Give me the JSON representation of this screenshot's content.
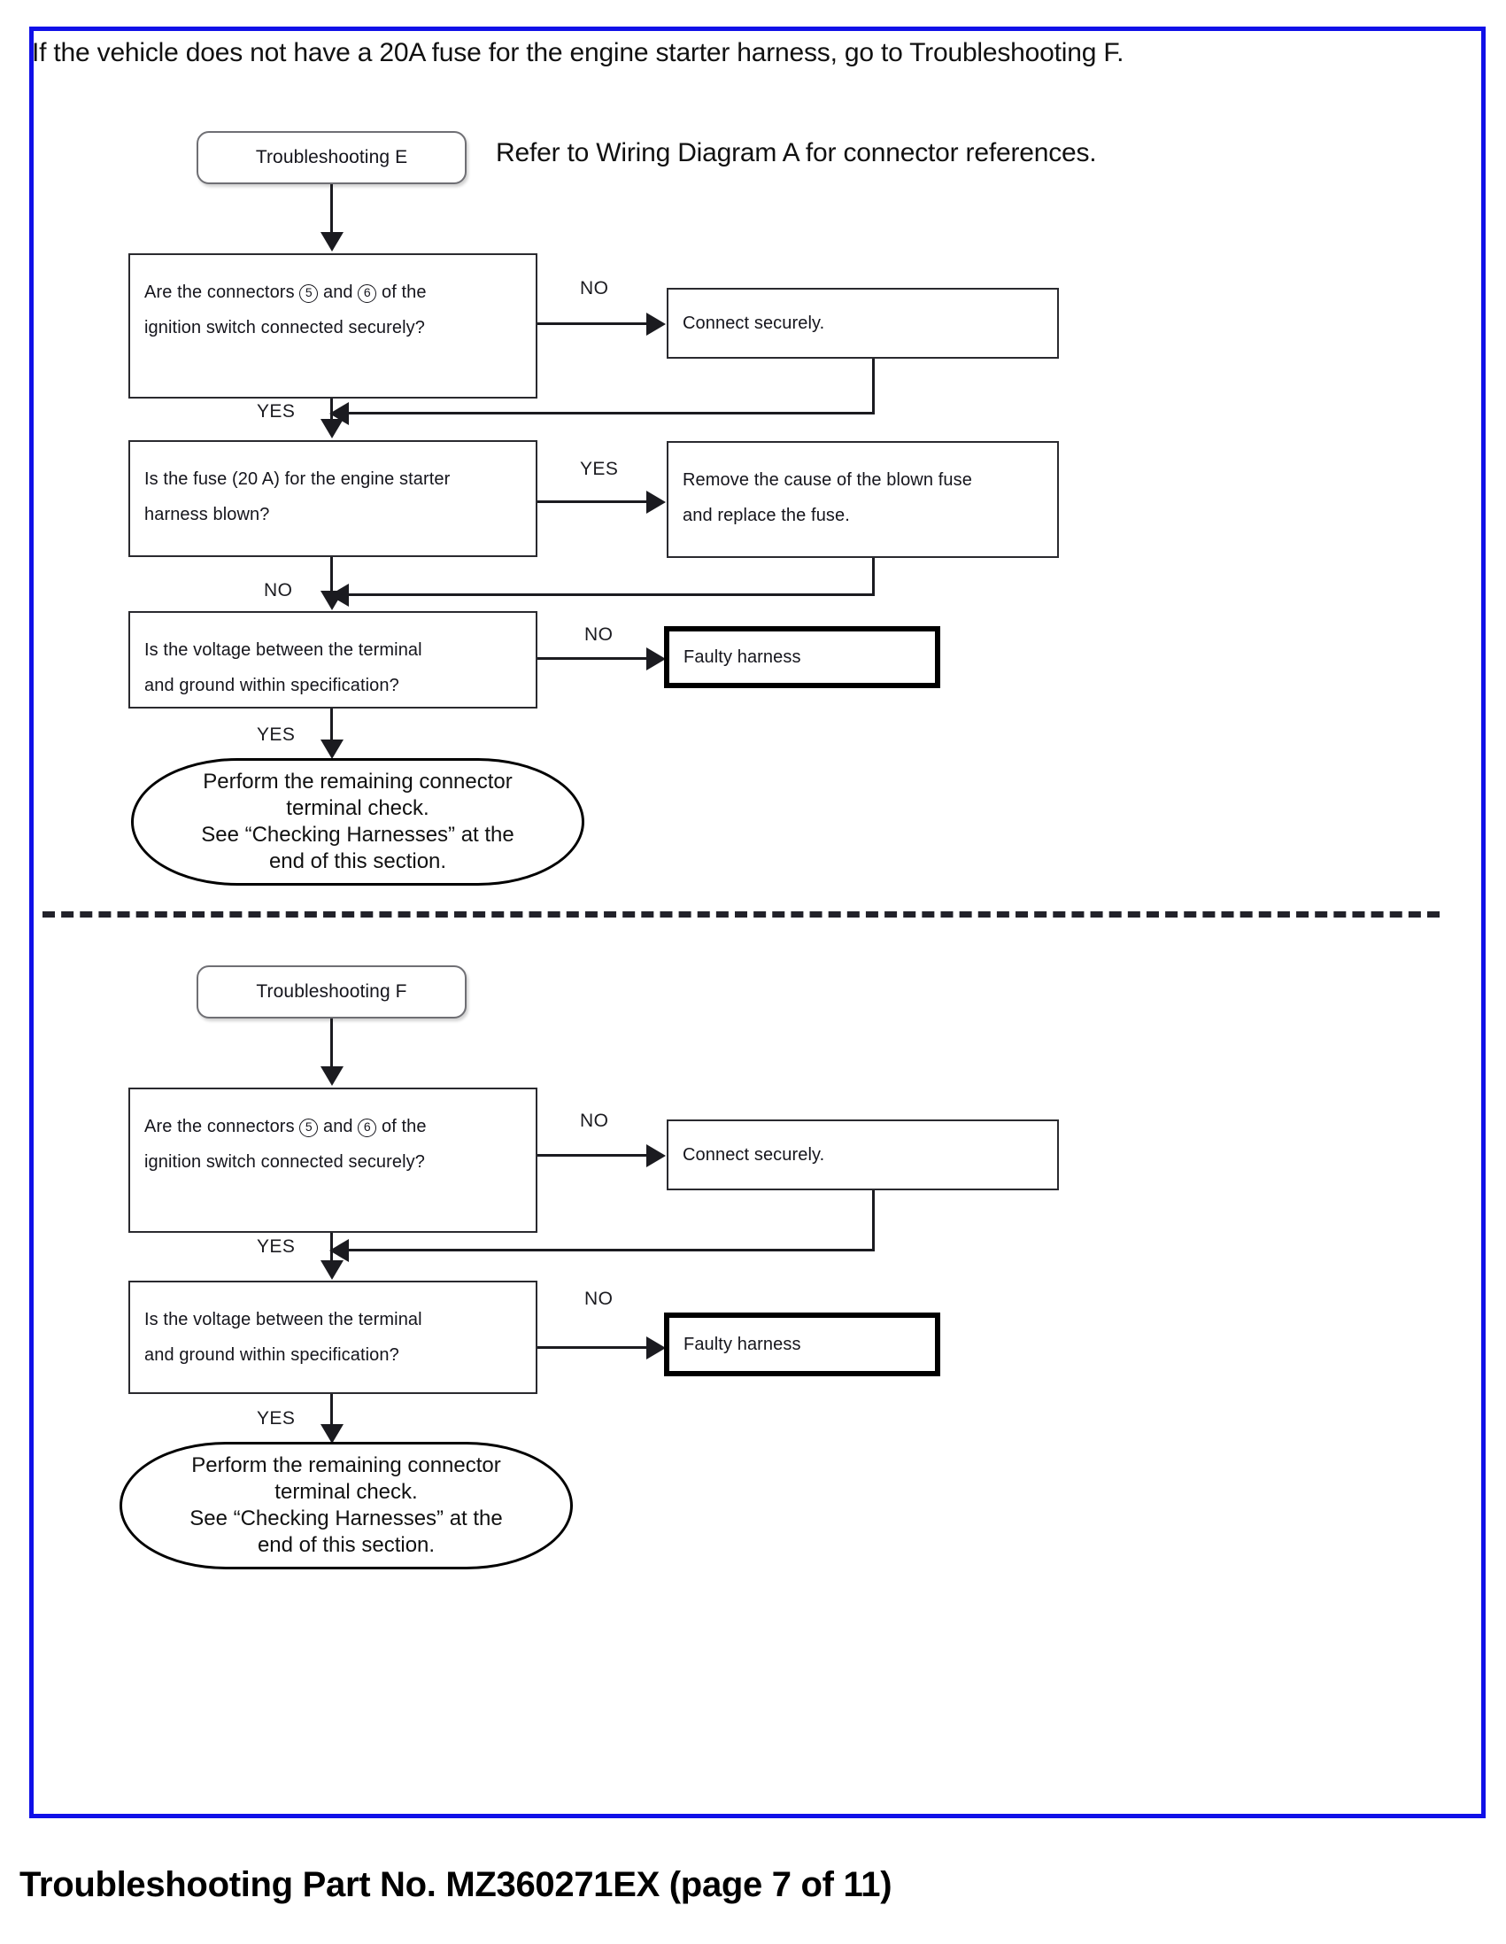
{
  "page": {
    "intro": "If the vehicle does not have a 20A fuse for the engine starter harness, go to Troubleshooting F.",
    "wiring_note": "Refer to Wiring Diagram A for connector references.",
    "footer_caption": "Troubleshooting Part No. MZ360271EX (page 7 of 11)",
    "border_color": "#1010e8"
  },
  "flowchart_e": {
    "start_label": "Troubleshooting E",
    "q1": {
      "line1_a": "Are  the  connectors ",
      "num1": "5",
      "line1_b": " and ",
      "num2": "6",
      "line1_c": " of  the",
      "line2": "ignition switch connected securely?",
      "no_label": "NO",
      "yes_label": "YES"
    },
    "a1": "Connect securely.",
    "q2": {
      "line1": "Is the fuse (20 A) for the engine starter",
      "line2": "harness blown?",
      "yes_label": "YES",
      "no_label": "NO"
    },
    "a2": {
      "line1": "Remove the cause of the blown fuse",
      "line2": "and replace the fuse."
    },
    "q3": {
      "line1": "Is the voltage between the terminal",
      "line2": "and ground within specification?",
      "no_label": "NO",
      "yes_label": "YES"
    },
    "a3": "Faulty harness",
    "end": {
      "line1": "Perform the remaining connector",
      "line2": "terminal check.",
      "line3": "See “Checking Harnesses” at the",
      "line4": "end of this section."
    }
  },
  "flowchart_f": {
    "start_label": "Troubleshooting F",
    "q1": {
      "line1_a": "Are  the  connectors ",
      "num1": "5",
      "line1_b": " and ",
      "num2": "6",
      "line1_c": " of  the",
      "line2": "ignition switch connected securely?",
      "no_label": "NO",
      "yes_label": "YES"
    },
    "a1": "Connect securely.",
    "q2": {
      "line1": "Is  the  voltage  between  the  terminal",
      "line2": "and ground within specification?",
      "no_label": "NO",
      "yes_label": "YES"
    },
    "a2": "Faulty harness",
    "end": {
      "line1": "Perform the remaining connector",
      "line2": "terminal check.",
      "line3": "See “Checking Harnesses” at the",
      "line4": "end of this section."
    }
  }
}
